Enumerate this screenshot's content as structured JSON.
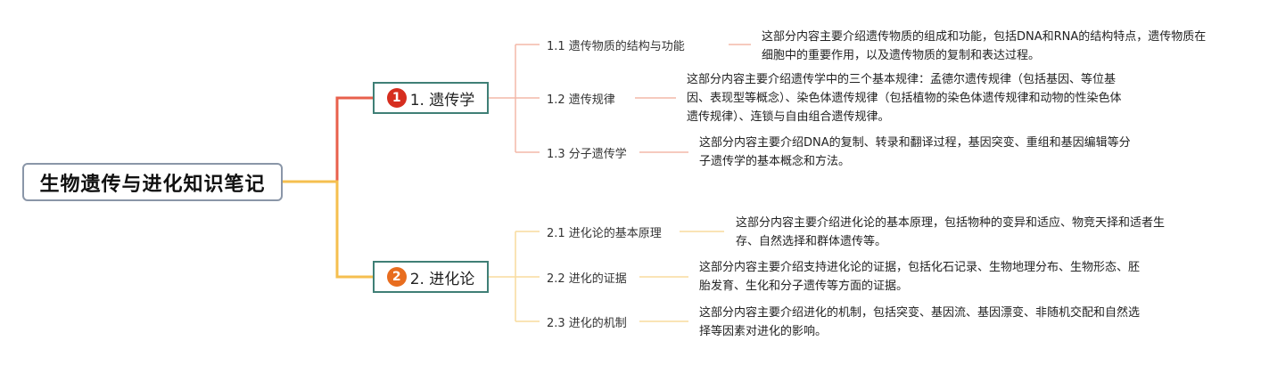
{
  "root": {
    "title": "生物遗传与进化知识笔记"
  },
  "colors": {
    "branch1": "#e8604c",
    "branch2": "#f5bf4f",
    "badge1": "#d62e1f",
    "badge2": "#e86d1f",
    "border": "#3f7f76"
  },
  "branches": [
    {
      "number": "1",
      "label": "1. 遗传学",
      "topics": [
        {
          "label": "1.1 遗传物质的结构与功能",
          "desc": "这部分内容主要介绍遗传物质的组成和功能，包括DNA和RNA的结构特点，遗传物质在细胞中的重要作用，以及遗传物质的复制和表达过程。"
        },
        {
          "label": "1.2 遗传规律",
          "desc": "这部分内容主要介绍遗传学中的三个基本规律：孟德尔遗传规律（包括基因、等位基因、表现型等概念）、染色体遗传规律（包括植物的染色体遗传规律和动物的性染色体遗传规律）、连锁与自由组合遗传规律。"
        },
        {
          "label": "1.3 分子遗传学",
          "desc": "这部分内容主要介绍DNA的复制、转录和翻译过程，基因突变、重组和基因编辑等分子遗传学的基本概念和方法。"
        }
      ]
    },
    {
      "number": "2",
      "label": "2. 进化论",
      "topics": [
        {
          "label": "2.1 进化论的基本原理",
          "desc": "这部分内容主要介绍进化论的基本原理，包括物种的变异和适应、物竞天择和适者生存、自然选择和群体遗传等。"
        },
        {
          "label": "2.2 进化的证据",
          "desc": "这部分内容主要介绍支持进化论的证据，包括化石记录、生物地理分布、生物形态、胚胎发育、生化和分子遗传等方面的证据。"
        },
        {
          "label": "2.3 进化的机制",
          "desc": "这部分内容主要介绍进化的机制，包括突变、基因流、基因漂变、非随机交配和自然选择等因素对进化的影响。"
        }
      ]
    }
  ]
}
